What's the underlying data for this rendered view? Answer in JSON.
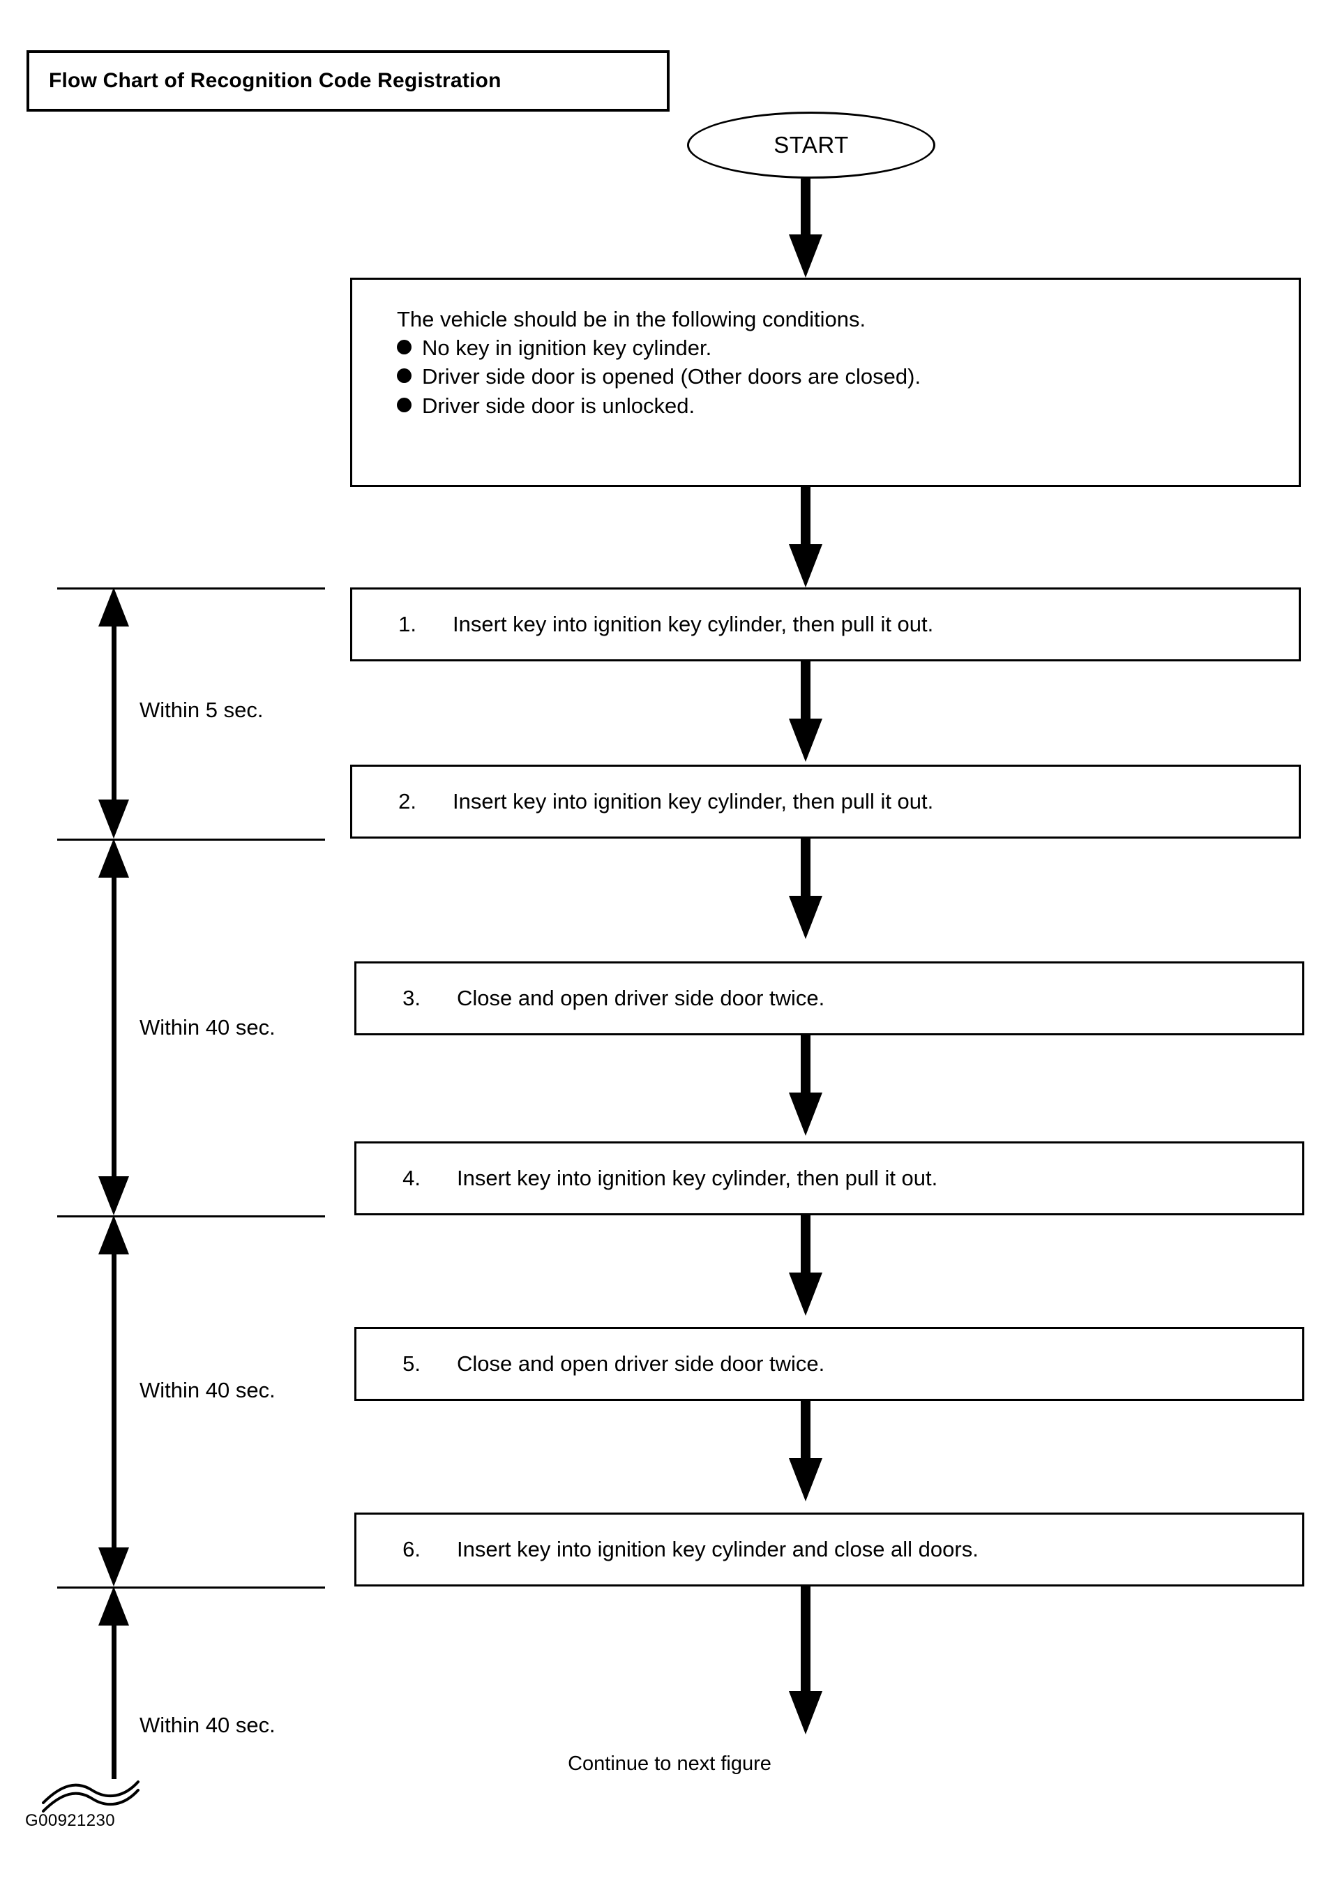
{
  "figure": {
    "title": "Flow Chart of Recognition Code Registration",
    "id_code": "G00921230",
    "continue_note": "Continue to next figure",
    "ink_color": "#000000",
    "background_color": "#ffffff"
  },
  "terminator": {
    "start_label": "START"
  },
  "conditions_box": {
    "heading": "The vehicle should be in the following conditions.",
    "bullets": [
      "No key in ignition key cylinder.",
      "Driver side door is opened (Other doors are closed).",
      "Driver side door is unlocked."
    ]
  },
  "steps": [
    {
      "number": "1.",
      "text": "Insert key into ignition key cylinder, then pull it out."
    },
    {
      "number": "2.",
      "text": "Insert key into ignition key cylinder, then pull it out."
    },
    {
      "number": "3.",
      "text": "Close and open driver side door twice."
    },
    {
      "number": "4.",
      "text": "Insert key into ignition key cylinder, then pull it out."
    },
    {
      "number": "5.",
      "text": "Close and open driver side door twice."
    },
    {
      "number": "6.",
      "text": "Insert key into ignition key cylinder and close all doors."
    }
  ],
  "timing_spans": [
    {
      "label": "Within 5 sec.",
      "covers": "step 1 to step 2"
    },
    {
      "label": "Within 40 sec.",
      "covers": "step 2 to step 4"
    },
    {
      "label": "Within 40 sec.",
      "covers": "step 4 to step 6"
    },
    {
      "label": "Within 40 sec.",
      "covers": "step 6 onward"
    }
  ]
}
